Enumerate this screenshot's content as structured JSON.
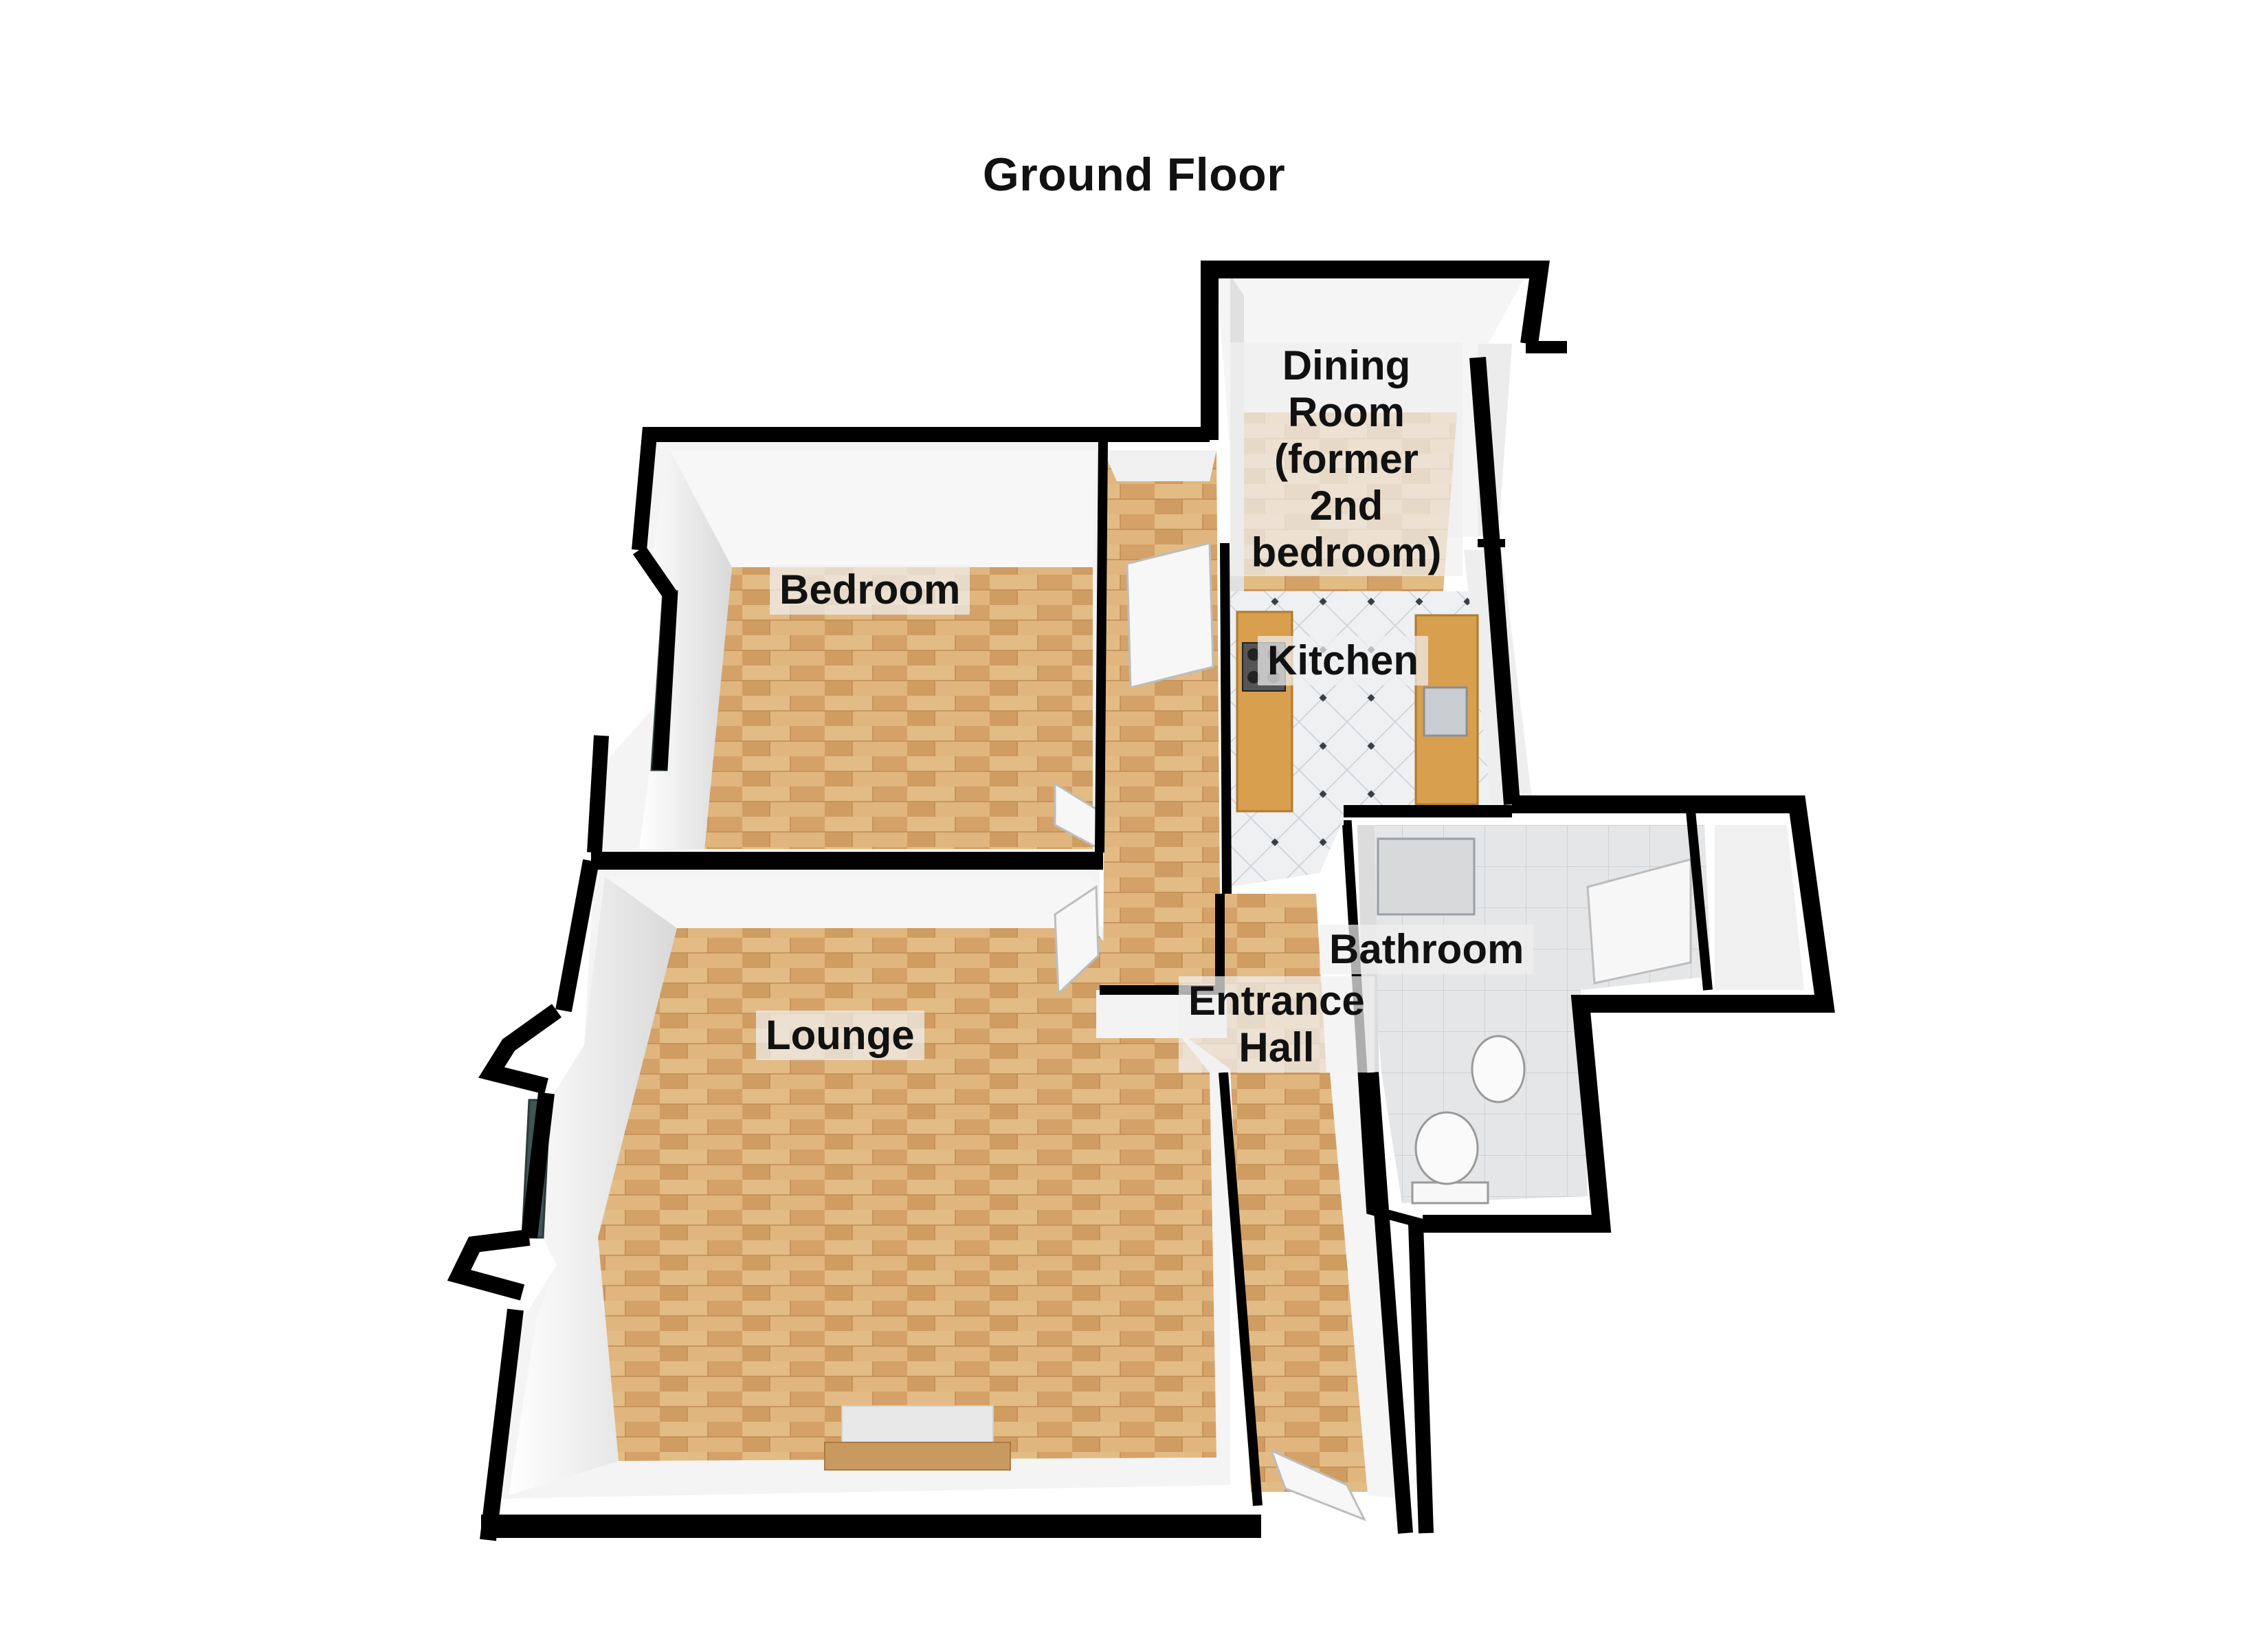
{
  "title": "Ground Floor",
  "rooms": {
    "bedroom": "Bedroom",
    "lounge": "Lounge",
    "dining": [
      "Dining",
      "Room",
      "(former",
      "2nd",
      "bedroom)"
    ],
    "kitchen": "Kitchen",
    "bathroom": "Bathroom",
    "entrance": [
      "Entrance",
      "Hall"
    ]
  },
  "colors": {
    "wall": "#000000",
    "wall_inner": "#f2f2f2",
    "floor_wood": "#d9ad70",
    "floor_tile": "#eef0f2",
    "worktop": "#d8a04f"
  }
}
